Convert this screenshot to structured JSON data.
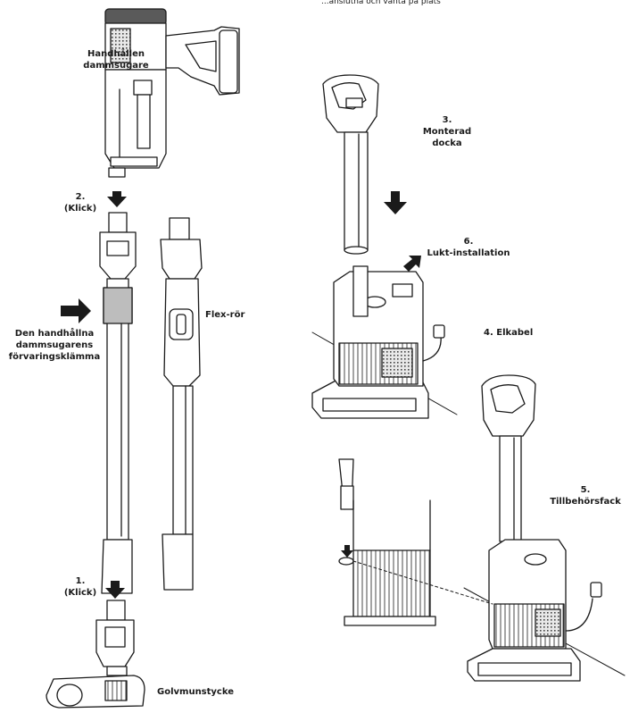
{
  "header": {
    "top_text": "...anslutna och vänta på plats"
  },
  "labels": {
    "handheld": [
      "Handhållen",
      "dammsugare"
    ],
    "step2": [
      "2.",
      "(Klick)"
    ],
    "flex": "Flex-rör",
    "clip": [
      "Den handhållna",
      "dammsugarens",
      "förvaringsklämma"
    ],
    "step1": [
      "1.",
      "(Klick)"
    ],
    "floor": "Golvmunstycke",
    "step3": [
      "3.",
      "Monterad",
      "docka"
    ],
    "step6": [
      "6.",
      "Lukt-installation"
    ],
    "step4": "4. Elkabel",
    "step5": [
      "5.",
      "Tillbehörsfack"
    ]
  },
  "colors": {
    "line": "#1a1a1a",
    "fill_light": "#ffffff",
    "fill_mid": "#d9d9d9",
    "fill_dark": "#6b6b6b",
    "clip_gray": "#bdbdbd"
  }
}
